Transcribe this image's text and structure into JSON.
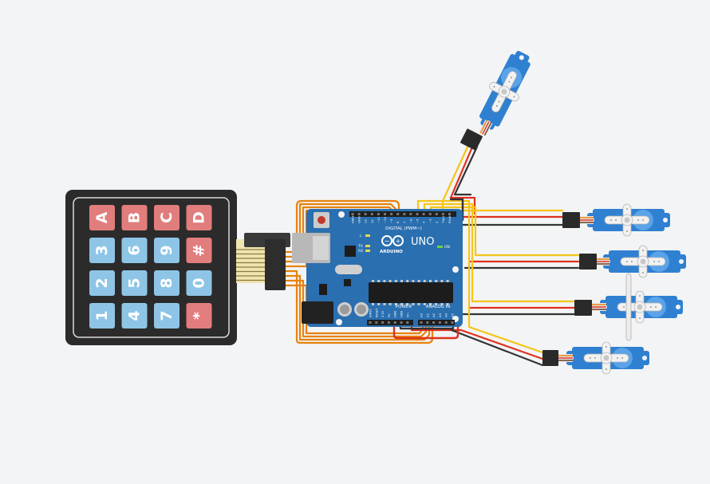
{
  "keypad": {
    "rows": [
      [
        "1",
        "4",
        "7",
        "*"
      ],
      [
        "2",
        "5",
        "8",
        "0"
      ],
      [
        "3",
        "6",
        "9",
        "#"
      ],
      [
        "A",
        "B",
        "C",
        "D"
      ]
    ],
    "colors": {
      "red": "#e27d7d",
      "blue": "#8ec5e6",
      "body": "#2b2b2b"
    }
  },
  "arduino": {
    "model": "UNO",
    "brand": "ARDUINO",
    "digital_label": "DIGITAL (PWM~)",
    "power_label": "POWER",
    "analog_label": "ANALOG IN",
    "tx_label": "TX",
    "rx_label": "RX",
    "l_label": "L",
    "on_label": "ON",
    "digital_pins": [
      "AREF",
      "GND",
      "13",
      "12",
      "~11",
      "~10",
      "~9",
      "8",
      "7",
      "~6",
      "~5",
      "4",
      "~3",
      "2",
      "TX▸1",
      "RX◂0"
    ],
    "power_pins": [
      "IOREF",
      "RESET",
      "3.3V",
      "5V",
      "GND",
      "GND",
      "Vin"
    ],
    "analog_pins": [
      "A0",
      "A1",
      "A2",
      "A3",
      "A4",
      "A5"
    ],
    "color": "#2a6fb0"
  },
  "wire_colors": {
    "signal": "#f5c518",
    "power": "#e0301e",
    "ground": "#333333",
    "keypad": "#e8820c",
    "servo_body": "#2f80d1"
  },
  "servo_count": 5
}
